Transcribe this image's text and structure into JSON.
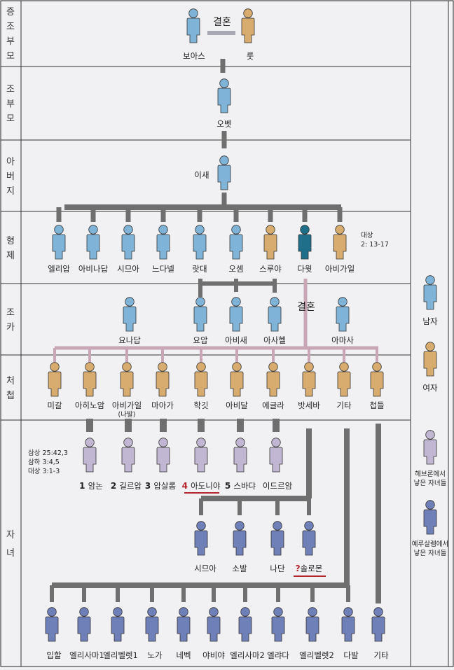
{
  "categories": [
    {
      "id": "great_grandparents",
      "label": "증조부모"
    },
    {
      "id": "grandparents",
      "label": "조부모"
    },
    {
      "id": "father",
      "label": "아버지"
    },
    {
      "id": "siblings",
      "label": "형제"
    },
    {
      "id": "nephews",
      "label": "조카"
    },
    {
      "id": "wives",
      "label": "처첩"
    },
    {
      "id": "children",
      "label": "자녀"
    }
  ],
  "marriage_label_top": "결혼",
  "marriage_label_nephews": "결혼",
  "colors": {
    "male": "#7fb4d8",
    "female": "#d8ac6e",
    "david": "#1f6f8b",
    "hebron": "#c2b7d2",
    "jerusalem": "#6f7fb8",
    "line": "#6f6f6f",
    "marriage": "#c9a6b6"
  },
  "great_grandparents": [
    {
      "name": "보아스",
      "type": "male"
    },
    {
      "name": "룻",
      "type": "female"
    }
  ],
  "grandparent": {
    "name": "오벳",
    "type": "male"
  },
  "father": {
    "name": "이새",
    "type": "male"
  },
  "siblings": [
    {
      "name": "엘리압",
      "type": "male"
    },
    {
      "name": "아비나답",
      "type": "male"
    },
    {
      "name": "시므아",
      "type": "male"
    },
    {
      "name": "느다넬",
      "type": "male"
    },
    {
      "name": "랏대",
      "type": "male"
    },
    {
      "name": "오셈",
      "type": "male"
    },
    {
      "name": "스루야",
      "type": "female"
    },
    {
      "name": "다윗",
      "type": "david"
    },
    {
      "name": "아비가일",
      "type": "female"
    }
  ],
  "siblings_reference": [
    "대상",
    "2: 13-17"
  ],
  "nephews": [
    {
      "name": "요나답",
      "type": "male"
    },
    {
      "name": "요압",
      "type": "male"
    },
    {
      "name": "아비새",
      "type": "male"
    },
    {
      "name": "아사헬",
      "type": "male"
    },
    {
      "name": "아마사",
      "type": "male"
    }
  ],
  "wives": [
    {
      "name": "미갈",
      "type": "female"
    },
    {
      "name": "아히노암",
      "type": "female"
    },
    {
      "name": "아비가일",
      "sub": "(나발)",
      "type": "female"
    },
    {
      "name": "마아가",
      "type": "female"
    },
    {
      "name": "학깃",
      "type": "female"
    },
    {
      "name": "아비달",
      "type": "female"
    },
    {
      "name": "에글라",
      "type": "female"
    },
    {
      "name": "밧세바",
      "type": "female"
    },
    {
      "name": "기타",
      "type": "female"
    },
    {
      "name": "첩들",
      "type": "female"
    }
  ],
  "hebron_reference": [
    "삼상 25:42,3",
    "삼하 3:4,5",
    "대상 3:1-3"
  ],
  "hebron_children": [
    {
      "num": "1",
      "name": "암논"
    },
    {
      "num": "2",
      "name": "길르압"
    },
    {
      "num": "3",
      "name": "압살롬"
    },
    {
      "num": "4",
      "name": "아도니야",
      "highlight": true
    },
    {
      "num": "5",
      "name": "스바댜"
    },
    {
      "num": "",
      "name": "이드르암"
    }
  ],
  "bathsheba_children": [
    {
      "num": "",
      "name": "시므아"
    },
    {
      "num": "",
      "name": "소발"
    },
    {
      "num": "",
      "name": "나단"
    },
    {
      "num": "?",
      "name": "솔로몬",
      "highlight": true
    }
  ],
  "other_children": [
    {
      "name": "입할"
    },
    {
      "name": "엘리사마1"
    },
    {
      "name": "엘리벨렛1"
    },
    {
      "name": "노가"
    },
    {
      "name": "네벡"
    },
    {
      "name": "야비야"
    },
    {
      "name": "엘리사마2"
    },
    {
      "name": "엘랴다"
    },
    {
      "name": "엘리벨렛2"
    },
    {
      "name": "다발"
    },
    {
      "name": "기타"
    }
  ],
  "legend": [
    {
      "type": "male",
      "label": "남자"
    },
    {
      "type": "female",
      "label": "여자"
    },
    {
      "type": "hebron",
      "label": [
        "헤브론에서",
        "낳은 자녀들"
      ]
    },
    {
      "type": "jerusalem",
      "label": [
        "예루살렘에서",
        "낳은 자녀들"
      ]
    }
  ]
}
